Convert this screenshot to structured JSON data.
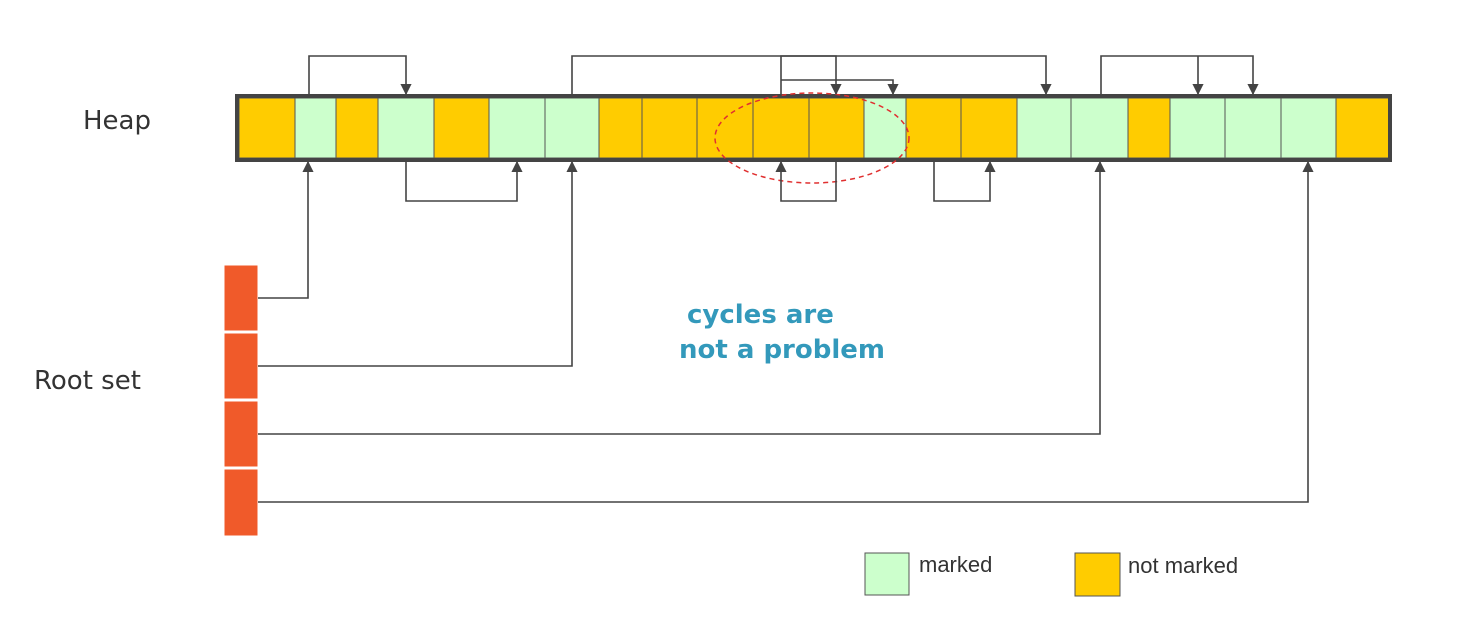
{
  "labels": {
    "heap": "Heap",
    "root_set": "Root set"
  },
  "note": {
    "line1": "cycles are",
    "line2": "not  a problem"
  },
  "legend": {
    "marked": "marked",
    "not_marked": "not marked"
  },
  "colors": {
    "marked": "#ccffcc",
    "not_marked": "#ffcc00",
    "root": "#f05a2a",
    "line": "#444444",
    "note": "#3399bb",
    "cycle": "#e03030"
  },
  "heap_cells": [
    "not_marked",
    "marked",
    "not_marked",
    "marked",
    "not_marked",
    "marked",
    "marked",
    "not_marked",
    "not_marked",
    "not_marked",
    "not_marked",
    "not_marked",
    "marked",
    "not_marked",
    "not_marked",
    "marked",
    "marked",
    "not_marked",
    "marked",
    "marked",
    "marked",
    "not_marked"
  ],
  "root_set_count": 4
}
